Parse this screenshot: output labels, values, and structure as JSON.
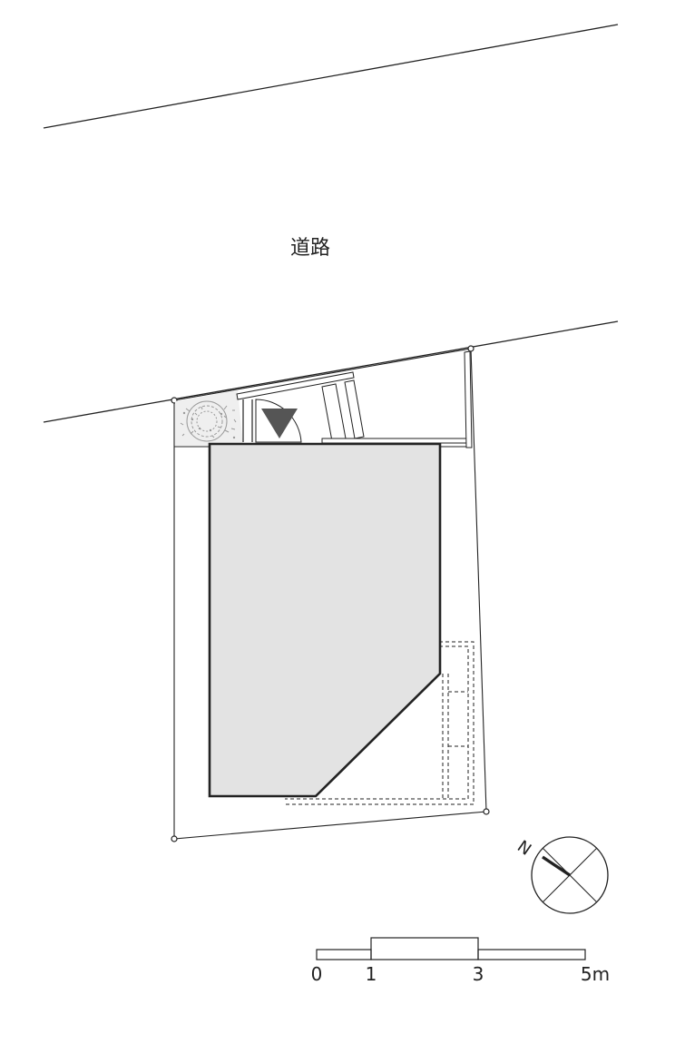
{
  "road": {
    "label": "道路"
  },
  "north": {
    "label": "N"
  },
  "scale": {
    "labels": [
      "0",
      "1",
      "3",
      "5m"
    ]
  },
  "colors": {
    "line": "#222222",
    "building_fill": "#e3e3e3",
    "entrance_marker": "#555555",
    "planting": "#9a9a9a",
    "planting_bg": "#efefef"
  }
}
